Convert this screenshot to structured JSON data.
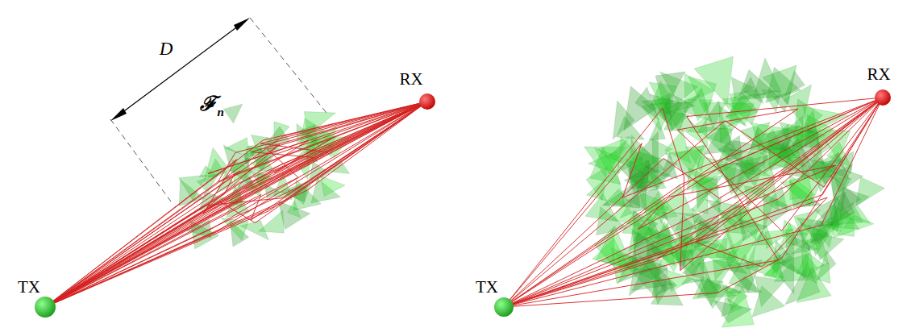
{
  "diagram": {
    "nodes": [
      {
        "text": [
          "TX"
        ]
      },
      {
        "text": [
          "RX"
        ]
      },
      {
        "text": [
          "TX"
        ]
      },
      {
        "text": [
          "RX"
        ]
      }
    ],
    "labels": [
      "D",
      "ℱ",
      "n"
    ]
  }
}
